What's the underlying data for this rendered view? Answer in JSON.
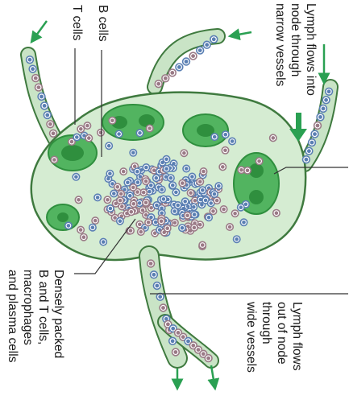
{
  "labels": {
    "t_cells": "T cells",
    "b_cells": "B cells",
    "lymph_in": "Lymph flows into\nnode through\nnarrow vessels",
    "lymph_out": "Lymph flows\nout of node\nthrough\nwide vessels",
    "densely_packed": "Densely packed\nB and T cells,\nmacrophages\nand plasma cells"
  },
  "colors": {
    "capsule_fill": "#d5ecd2",
    "capsule_stroke": "#3f7a3f",
    "follicle": "#52b460",
    "follicle_dark": "#2f8f3e",
    "vessel_wall": "#c9e4c6",
    "arrow": "#2aa052",
    "t_cell": "#5a7fb3",
    "b_cell": "#9a7a86",
    "leader_line": "#333333"
  }
}
